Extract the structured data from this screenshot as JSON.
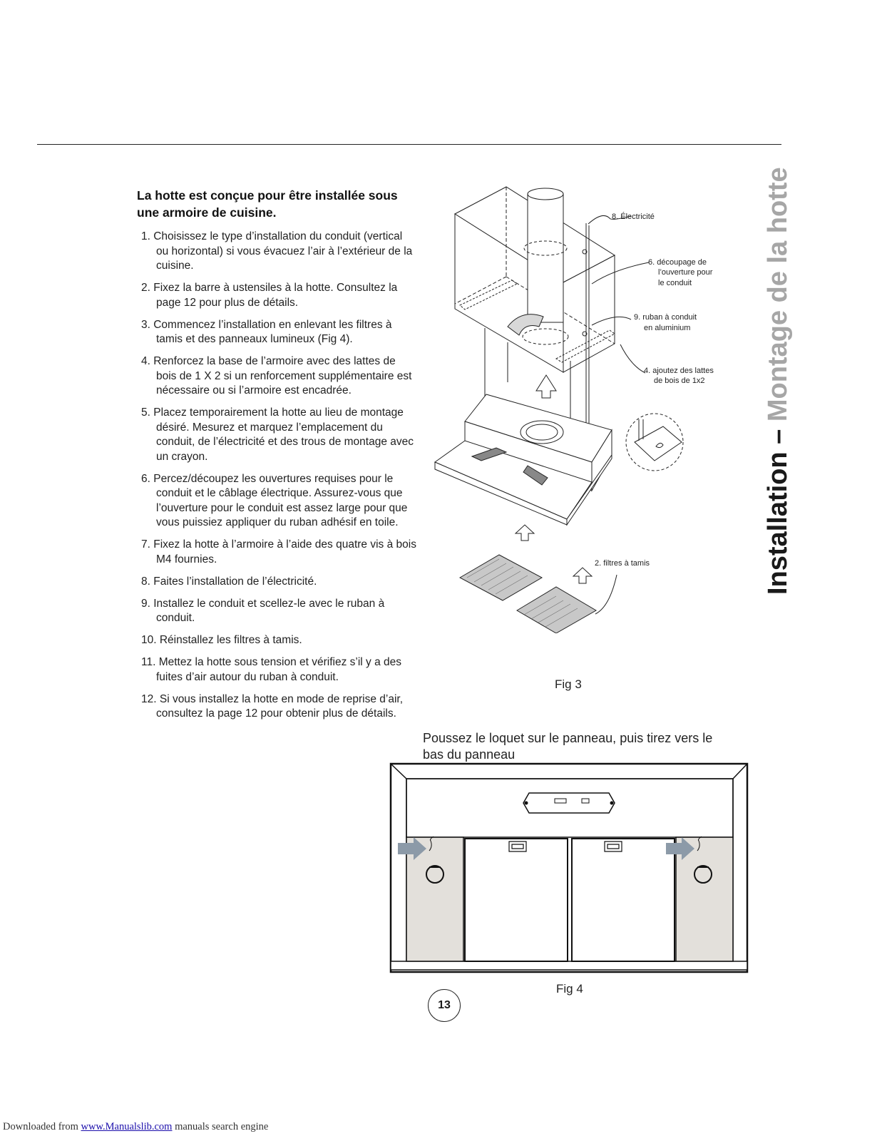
{
  "heading": "La hotte est conçue pour être installée sous une armoire de cuisine.",
  "steps": [
    "1.   Choisissez le type d’installation du conduit (vertical ou horizontal) si vous évacuez l’air à l’extérieur de la cuisine.",
    "2. Fixez la barre à ustensiles à la hotte. Consultez la page 12 pour plus de détails.",
    "3. Commencez l’installation en enlevant les filtres à tamis et des panneaux lumineux (Fig 4).",
    "4. Renforcez la base de l’armoire avec des lattes de bois de 1 X 2 si un renforcement supplémentaire est nécessaire ou si l’armoire est encadrée.",
    "5. Placez temporairement la hotte au lieu de montage désiré. Mesurez et marquez l’emplacement du conduit, de l’électricité et des trous de montage avec un crayon.",
    "6. Percez/découpez les ouvertures requises pour le conduit et le câblage électrique. Assurez-vous que l’ouverture pour le conduit est assez large pour que vous puissiez appliquer du ruban adhésif en toile.",
    "7. Fixez la hotte à l’armoire à l’aide des quatre vis à bois M4 fournies.",
    "8. Faites l’installation de l’électricité.",
    "9. Installez le conduit et scellez-le avec le ruban à conduit.",
    "10. Réinstallez les filtres à tamis.",
    "11. Mettez la hotte sous tension et vérifiez s’il y a des fuites d’air autour du ruban à conduit.",
    "12. Si vous installez la hotte en mode de reprise d’air, consultez la page 12 pour obtenir plus de détails."
  ],
  "side_title": {
    "part1": "Installation – ",
    "part2": "Montage de la hotte"
  },
  "fig3": {
    "labels": {
      "electricite": "8. Électricité",
      "decoupage_1": "6. découpage de",
      "decoupage_2": "l’ouverture pour",
      "decoupage_3": "le conduit",
      "ruban_1": "9. ruban à conduit",
      "ruban_2": "en aluminium",
      "lattes_1": "4. ajoutez des lattes",
      "lattes_2": "de bois de 1x2",
      "filtres": "2. filtres à tamis"
    },
    "caption": "Fig 3"
  },
  "fig4": {
    "instruction": "Poussez le loquet sur le panneau, puis tirez vers le bas du panneau",
    "caption": "Fig 4"
  },
  "page_number": "13",
  "footer": {
    "prefix": "Downloaded from ",
    "link": "www.Manualslib.com",
    "suffix": " manuals search engine"
  },
  "colors": {
    "accent_grey": "#a6a6a6",
    "panel_fill": "#e3e0db",
    "arrow_blue": "#8c9aa8"
  }
}
